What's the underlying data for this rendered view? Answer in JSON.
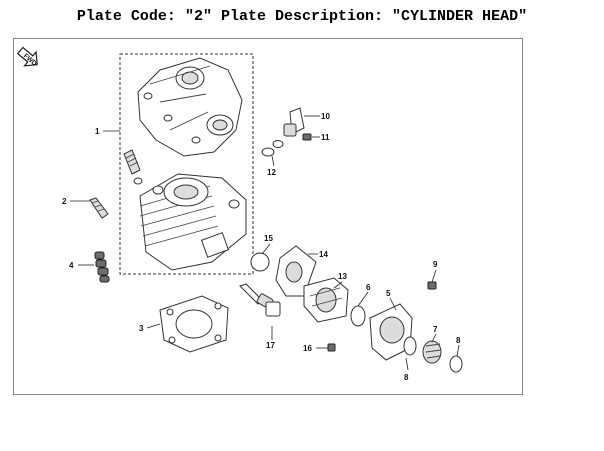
{
  "header": {
    "code_label": "Plate Code:",
    "code_value": "\"2\"",
    "desc_label": "Plate Description:",
    "desc_value": "\"CYLINDER HEAD\""
  },
  "diagram": {
    "fwd_badge": "FWD",
    "callouts": {
      "c1": "1",
      "c2": "2",
      "c3": "3",
      "c4": "4",
      "c5": "5",
      "c6": "6",
      "c7": "7",
      "c8a": "8",
      "c8b": "8",
      "c9": "9",
      "c10": "10",
      "c11": "11",
      "c12": "12",
      "c13": "13",
      "c14": "14",
      "c15": "15",
      "c16": "16",
      "c17": "17"
    }
  }
}
